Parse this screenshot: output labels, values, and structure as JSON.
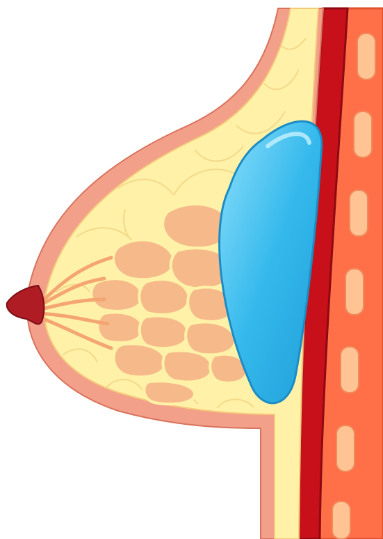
{
  "diagram": {
    "subject": "breast-implant-cross-section",
    "layers": [
      {
        "name": "skin",
        "color": "#f2a08a"
      },
      {
        "name": "fatty-tissue",
        "color": "#fff2a8"
      },
      {
        "name": "glandular-tissue",
        "color": "#f6b98a"
      },
      {
        "name": "implant",
        "color": "#35b9ec"
      },
      {
        "name": "pectoral-muscle",
        "color": "#c8101a"
      },
      {
        "name": "chest-wall",
        "color": "#ff7049"
      },
      {
        "name": "rib-segments",
        "color": "#ffc394"
      },
      {
        "name": "nipple",
        "color": "#b01c24"
      }
    ]
  }
}
